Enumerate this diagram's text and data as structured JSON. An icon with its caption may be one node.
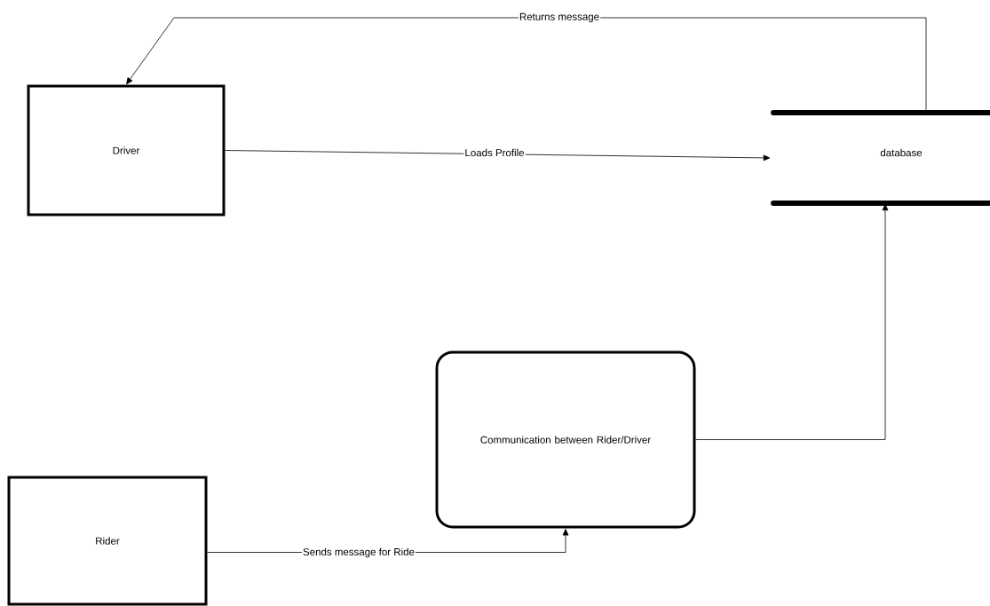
{
  "diagram": {
    "nodes": [
      {
        "text": [
          "Driver"
        ]
      },
      {
        "text": [
          "database"
        ]
      },
      {
        "text": [
          "Communication between Rider/Driver"
        ]
      },
      {
        "text": [
          "Rider"
        ]
      }
    ],
    "edges": [
      {
        "from": 1,
        "to": 0,
        "arrow": "to",
        "label": "Returns message"
      },
      {
        "from": 0,
        "to": 1,
        "arrow": "to",
        "label": "Loads Profile"
      },
      {
        "from": 2,
        "to": 1,
        "arrow": "to"
      },
      {
        "from": 3,
        "to": 2,
        "arrow": "to",
        "label": "Sends message for Ride"
      }
    ]
  }
}
